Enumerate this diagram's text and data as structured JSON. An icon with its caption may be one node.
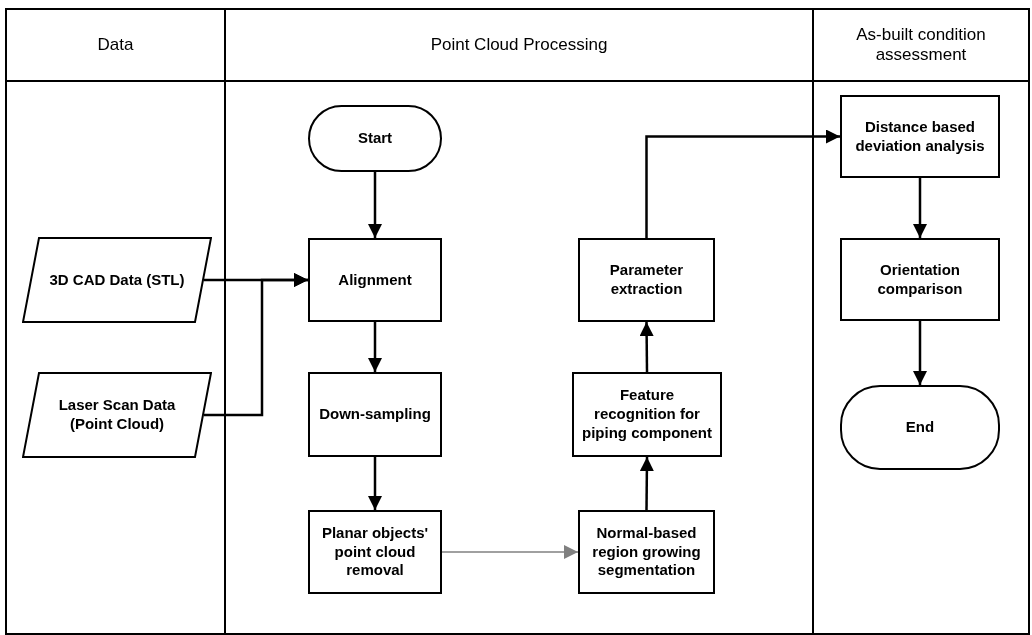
{
  "diagram": {
    "nodes": [
      {
        "text": [
          "Data"
        ]
      },
      {
        "text": [
          "Point Cloud Processing"
        ]
      },
      {
        "text": [
          "As-built condition assessment"
        ]
      },
      {
        "text": [
          "Start"
        ],
        "in": 1
      },
      {
        "text": [
          "3D CAD Data (STL)"
        ],
        "in": 0
      },
      {
        "text": [
          "Alignment"
        ],
        "in": 1
      },
      {
        "text": [
          "Parameter extraction"
        ],
        "in": 1
      },
      {
        "text": [
          "Distance based deviation analysis"
        ],
        "in": 2
      },
      {
        "text": [
          "Orientation comparison"
        ],
        "in": 2
      },
      {
        "text": [
          "Laser Scan Data (Point Cloud)"
        ],
        "in": 0
      },
      {
        "text": [
          "Down-sampling"
        ],
        "in": 1
      },
      {
        "text": [
          "Feature recognition for piping component"
        ],
        "in": 1
      },
      {
        "text": [
          "End"
        ],
        "in": 2
      },
      {
        "text": [
          "Planar objects' point cloud removal"
        ],
        "in": 1
      },
      {
        "text": [
          "Normal-based region growing segmentation"
        ],
        "in": 1
      }
    ],
    "edges": [
      {
        "from": 3,
        "to": 5,
        "arrow": "to"
      },
      {
        "from": 4,
        "to": 5,
        "arrow": "to"
      },
      {
        "from": 9,
        "to": 5,
        "arrow": "to"
      },
      {
        "from": 5,
        "to": 10,
        "arrow": "to"
      },
      {
        "from": 10,
        "to": 13,
        "arrow": "to"
      },
      {
        "from": 13,
        "to": 14,
        "arrow": "to",
        "color": "#808080"
      },
      {
        "from": 14,
        "to": 11,
        "arrow": "to"
      },
      {
        "from": 11,
        "to": 6,
        "arrow": "to"
      },
      {
        "from": 6,
        "to": 7,
        "arrow": "to"
      },
      {
        "from": 7,
        "to": 8,
        "arrow": "to"
      },
      {
        "from": 8,
        "to": 12,
        "arrow": "to"
      }
    ]
  }
}
